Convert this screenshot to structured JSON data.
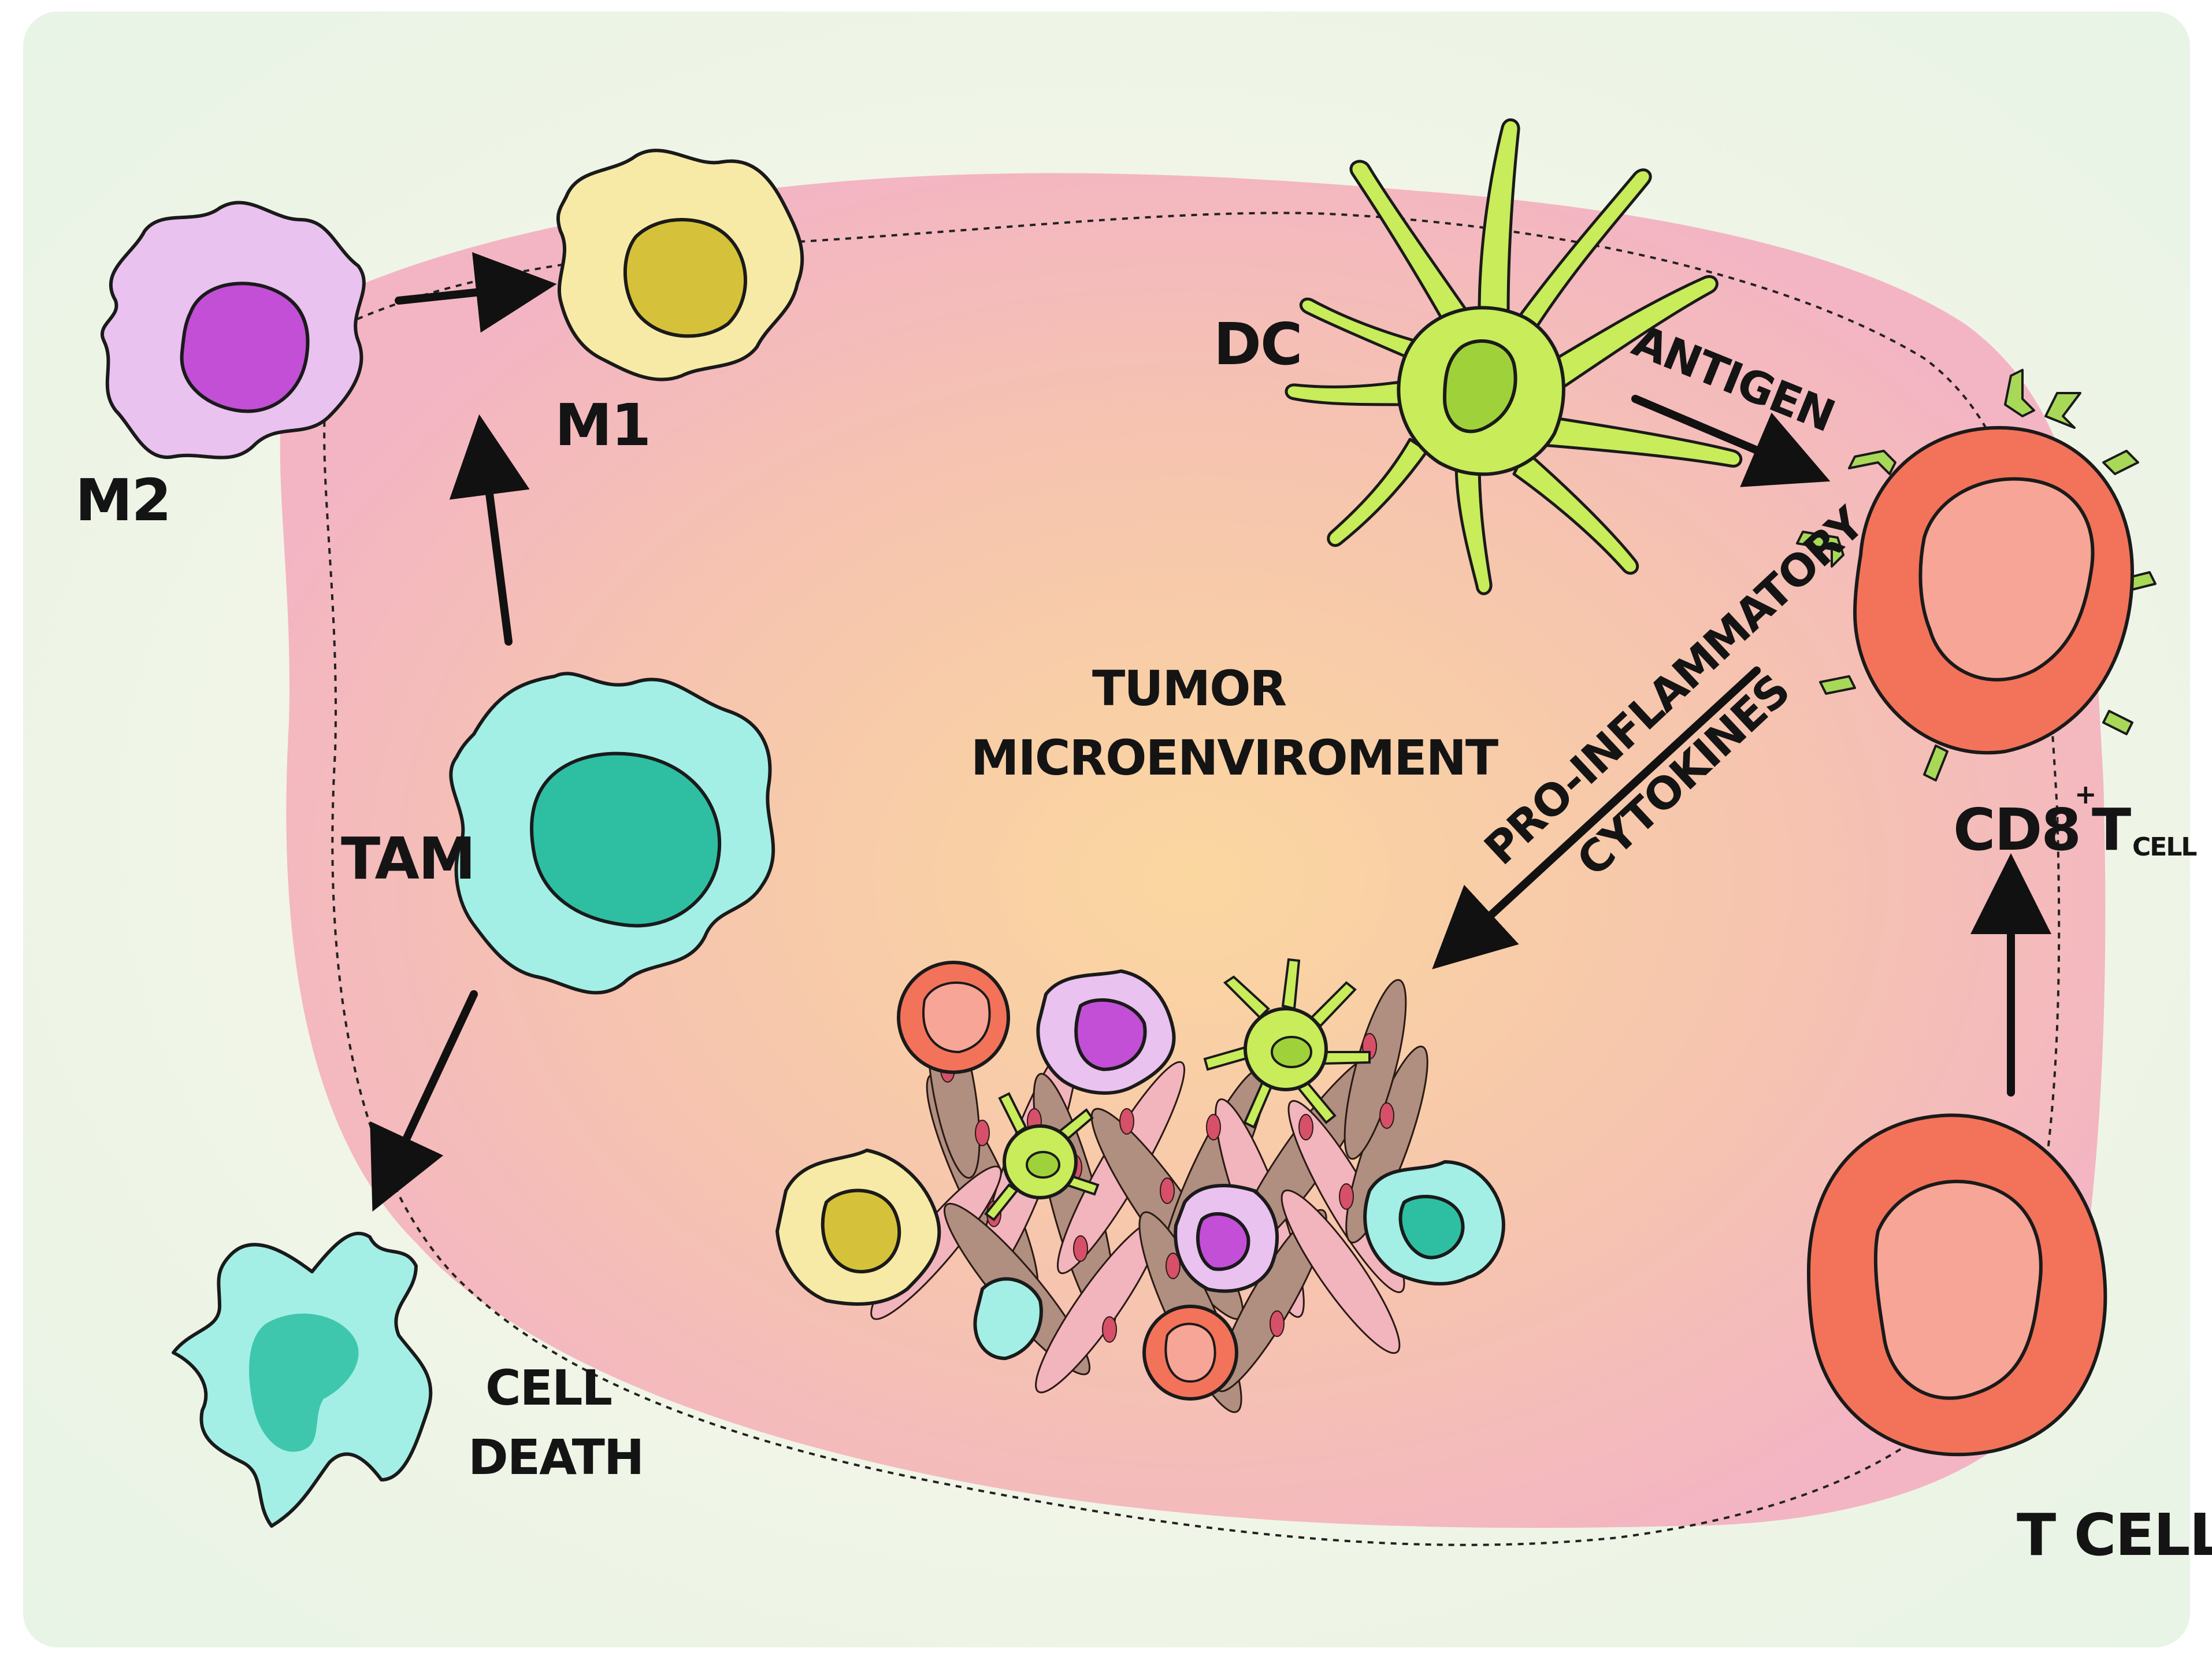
{
  "labels": {
    "m2": "M2",
    "m1": "M1",
    "dc": "DC",
    "antigen": "ANTIGEN",
    "tam": "TAM",
    "tumor_line1": "TUMOR",
    "tumor_line2": "MICROENVIROMENT",
    "cytokines_line1": "PRO-INFLAMMATORY",
    "cytokines_line2": "CYTOKINES",
    "cd8_main": "CD8",
    "cd8_sup": "+",
    "cd8_t": "T",
    "cd8_sub": "CELL",
    "cell_death_line1": "CELL",
    "cell_death_line2": "DEATH",
    "t_cell": "T CELL"
  },
  "colors": {
    "background": "#eef6ea",
    "tumor_region": "#f4b8c4",
    "tumor_core": "#fbd7a0",
    "m2_cell": "#e9c2f0",
    "m2_nucleus": "#c24fd6",
    "m1_cell": "#f7eaa6",
    "m1_nucleus": "#d6c23a",
    "dc_cell": "#c8ec5a",
    "dc_nucleus": "#9fd23a",
    "tam_cell": "#a3efe6",
    "tam_nucleus": "#2ebfa3",
    "t_cell": "#f2735a",
    "t_cell_inner": "#f7a596",
    "receptor": "#a8d858",
    "fibroblast": "#b08f80",
    "fibroblast_pink": "#f2b4bd",
    "fibroblast_spot": "#d6506a"
  }
}
